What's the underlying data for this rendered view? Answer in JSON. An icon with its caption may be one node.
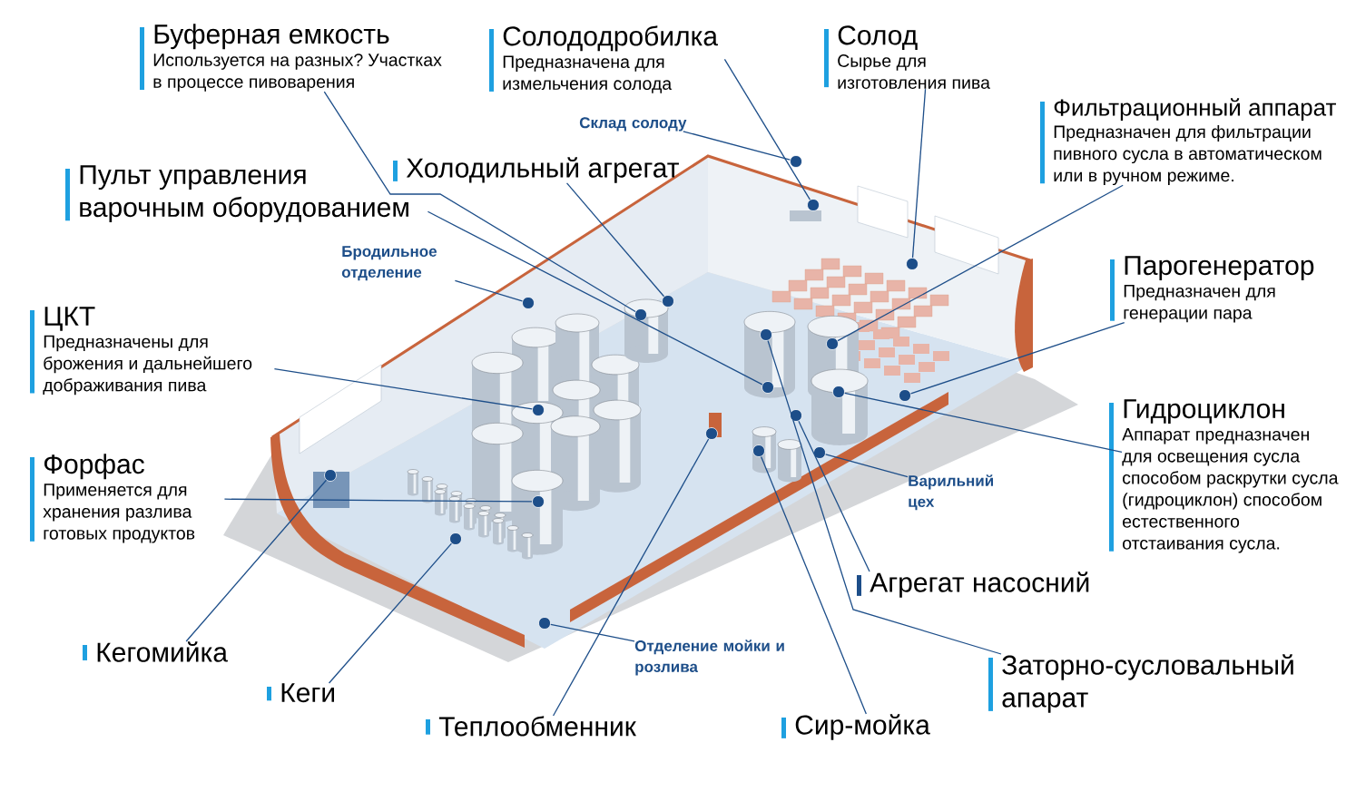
{
  "diagram": {
    "nodes": [
      {
        "text": [
          "Буферная емкость",
          "Используется на разных? Участках в процессе пивоварения"
        ]
      },
      {
        "text": [
          "Солододробилка",
          "Предназначена для измельчения солода"
        ]
      },
      {
        "text": [
          "Солод",
          "Сырье для изготовления пива"
        ]
      },
      {
        "text": [
          "Фильтрационный аппарат",
          "Предназначен для фильтрации пивного сусла в автоматическом или в ручном режиме."
        ]
      },
      {
        "text": [
          "Холодильный агрегат"
        ]
      },
      {
        "text": [
          "Пульт управления варочным оборудованием"
        ]
      },
      {
        "text": [
          "ЦКТ",
          "Предназначены для брожения и дальнейшего дображивания пива"
        ]
      },
      {
        "text": [
          "Парогенератор",
          "Предназначен для генерации пара"
        ]
      },
      {
        "text": [
          "Гидроциклон",
          "Аппарат предназначен для освещения сусла способом раскрутки сусла (гидроциклон) способом естественного отстаивания сусла."
        ]
      },
      {
        "text": [
          "Форфас",
          "Применяется для хранения разлива готовых продуктов"
        ]
      },
      {
        "text": [
          "Агрегат насосний"
        ]
      },
      {
        "text": [
          "Кегомийка"
        ]
      },
      {
        "text": [
          "Кеги"
        ]
      },
      {
        "text": [
          "Заторно-сусловальный апарат"
        ]
      },
      {
        "text": [
          "Теплообменник"
        ]
      },
      {
        "text": [
          "Сир-мойка"
        ]
      },
      {
        "text": [
          "Склад солоду"
        ]
      },
      {
        "text": [
          "Бродильное отделение"
        ]
      },
      {
        "text": [
          "Варильний цех"
        ]
      },
      {
        "text": [
          "Отделение мойки и розлива"
        ]
      },
      {
        "text": [],
        "shape": "circle"
      },
      {
        "text": [],
        "shape": "circle"
      },
      {
        "text": [],
        "shape": "circle"
      },
      {
        "text": [],
        "shape": "circle"
      },
      {
        "text": [],
        "shape": "circle"
      },
      {
        "text": [],
        "shape": "circle"
      },
      {
        "text": [],
        "shape": "circle"
      },
      {
        "text": [],
        "shape": "circle"
      },
      {
        "text": [],
        "shape": "circle"
      },
      {
        "text": [],
        "shape": "circle"
      },
      {
        "text": [],
        "shape": "circle"
      },
      {
        "text": [],
        "shape": "circle"
      },
      {
        "text": [],
        "shape": "circle"
      },
      {
        "text": [],
        "shape": "circle"
      },
      {
        "text": [],
        "shape": "circle"
      },
      {
        "text": [],
        "shape": "circle"
      },
      {
        "text": [],
        "shape": "circle"
      },
      {
        "text": [],
        "shape": "circle"
      },
      {
        "text": [],
        "shape": "circle"
      },
      {
        "text": [],
        "shape": "circle"
      }
    ],
    "edges": [
      {
        "from": 0,
        "to": 25,
        "arrow": "none"
      },
      {
        "from": 1,
        "to": 21,
        "arrow": "none"
      },
      {
        "from": 2,
        "to": 22,
        "arrow": "none"
      },
      {
        "from": 3,
        "to": 27,
        "arrow": "none"
      },
      {
        "from": 4,
        "to": 23,
        "arrow": "none"
      },
      {
        "from": 5,
        "to": 28,
        "arrow": "none"
      },
      {
        "from": 6,
        "to": 31,
        "arrow": "none"
      },
      {
        "from": 7,
        "to": 30,
        "arrow": "none"
      },
      {
        "from": 8,
        "to": 29,
        "arrow": "none"
      },
      {
        "from": 9,
        "to": 37,
        "arrow": "none"
      },
      {
        "from": 10,
        "to": 32,
        "arrow": "none"
      },
      {
        "from": 11,
        "to": 36,
        "arrow": "none"
      },
      {
        "from": 12,
        "to": 38,
        "arrow": "none"
      },
      {
        "from": 13,
        "to": 26,
        "arrow": "none"
      },
      {
        "from": 14,
        "to": 33,
        "arrow": "none"
      },
      {
        "from": 15,
        "to": 34,
        "arrow": "none"
      },
      {
        "from": 16,
        "to": 20,
        "arrow": "none"
      },
      {
        "from": 17,
        "to": 24,
        "arrow": "none"
      },
      {
        "from": 18,
        "to": 35,
        "arrow": "none"
      },
      {
        "from": 19,
        "to": 39,
        "arrow": "none"
      }
    ]
  }
}
